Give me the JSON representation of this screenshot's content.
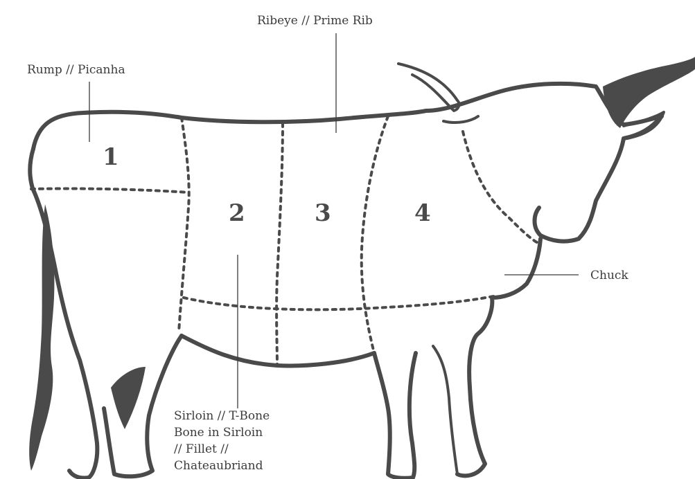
{
  "labels": {
    "ribeye": "Ribeye // Prime Rib",
    "rump": "Rump // Picanha",
    "chuck": "Chuck",
    "sirloin": [
      "Sirloin // T-Bone",
      "Bone in Sirloin",
      "// Fillet //",
      "Chateaubriand"
    ]
  },
  "sections": [
    "1",
    "2",
    "3",
    "4"
  ],
  "colors": {
    "ink": "#4a4a4a",
    "text": "#3b3b3b",
    "background": "#ffffff"
  }
}
